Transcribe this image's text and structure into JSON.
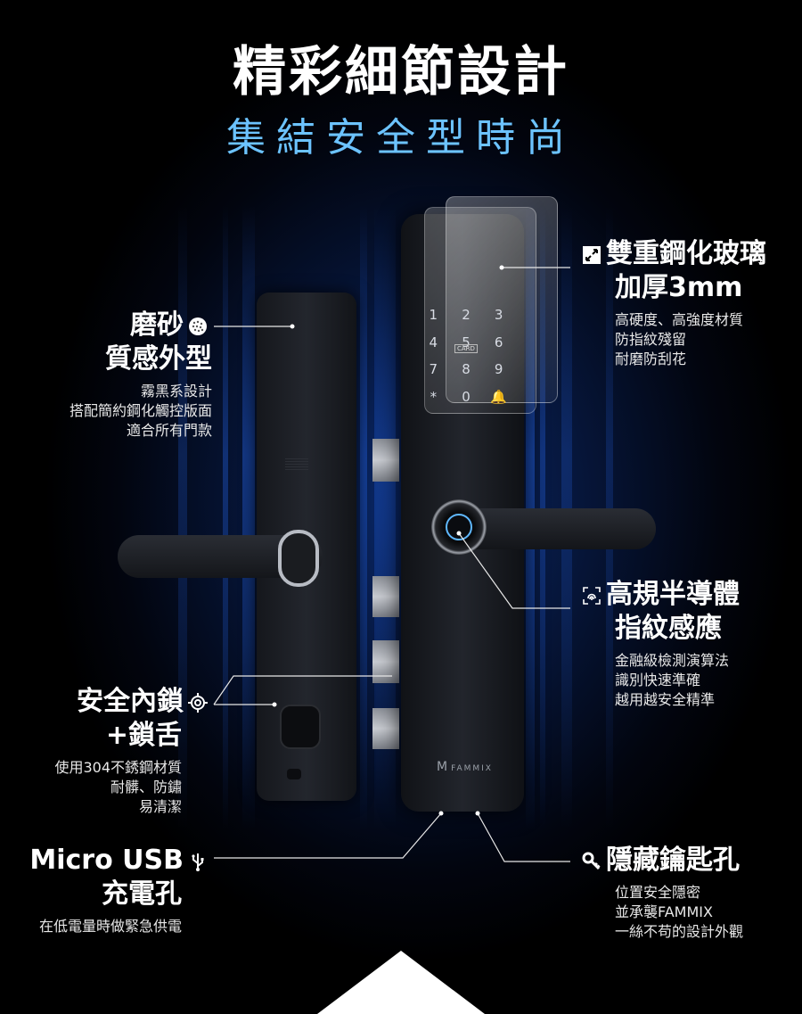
{
  "header": {
    "title": "精彩細節設計",
    "subtitle": "集結安全型時尚"
  },
  "features": {
    "matte": {
      "title_line1": "磨砂",
      "title_line2": "質感外型",
      "icon": "dotted-circle-icon",
      "desc": [
        "霧黑系設計",
        "搭配簡約鋼化觸控版面",
        "適合所有門款"
      ]
    },
    "glass": {
      "title_line1": "雙重鋼化玻璃",
      "title_line2": "加厚3mm",
      "icon": "expand-arrows-icon",
      "desc": [
        "高硬度、高強度材質",
        "防指紋殘留",
        "耐磨防刮花"
      ]
    },
    "fingerprint": {
      "title_line1": "高規半導體",
      "title_line2": "指紋感應",
      "icon": "fingerprint-icon",
      "desc": [
        "金融級檢測演算法",
        "識別快速準確",
        "越用越安全精準"
      ]
    },
    "inner_lock": {
      "title_line1": "安全內鎖",
      "title_line2": "+鎖舌",
      "icon": "gear-icon",
      "desc": [
        "使用304不銹鋼材質",
        "耐髒、防鏽",
        "易清潔"
      ]
    },
    "usb": {
      "title_line1": "Micro USB",
      "title_line2": "充電孔",
      "icon": "usb-icon",
      "desc": [
        "在低電量時做緊急供電"
      ]
    },
    "keyhole": {
      "title_line1": "隱藏鑰匙孔",
      "icon": "key-icon",
      "desc": [
        "位置安全隱密",
        "並承襲FAMMIX",
        "一絲不苟的設計外觀"
      ]
    }
  },
  "product": {
    "keypad": [
      "1",
      "2",
      "3",
      "4",
      "5",
      "6",
      "7",
      "8",
      "9",
      "*",
      "0",
      "🔔"
    ],
    "card_label": "CARD",
    "brand": "FAMMIX"
  },
  "colors": {
    "accent_blue": "#6cc3ff",
    "background": "#000000"
  }
}
